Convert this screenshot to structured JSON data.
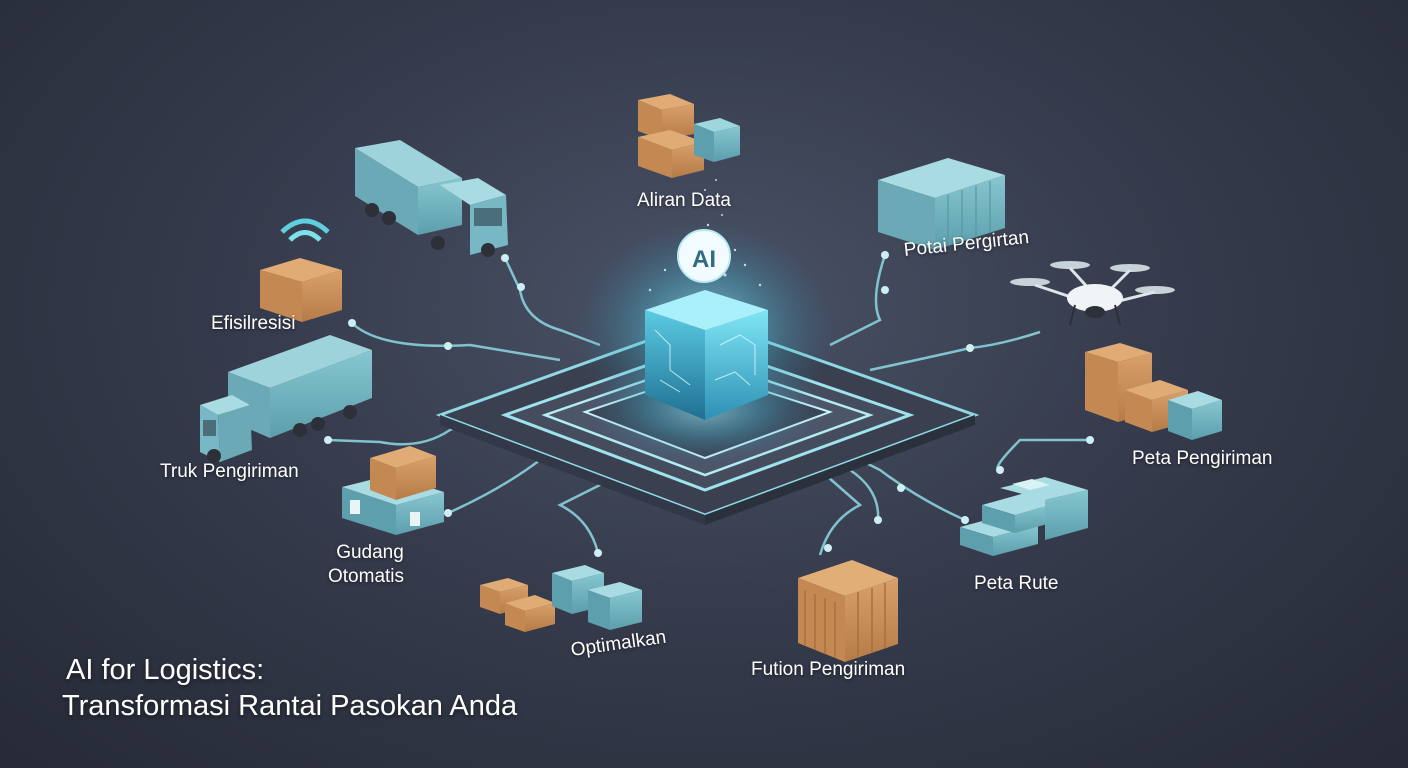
{
  "hub": {
    "badge": "AI"
  },
  "labels": {
    "aliran_data": "Aliran Data",
    "potai_pergirtan": "Potai Pergirtan",
    "efisilresisi": "Efisilresisi",
    "truk_pengiriman": "Truk Pengiriman",
    "peta_pengiriman": "Peta Pengiriman",
    "gudang_line1": "Gudang",
    "gudang_line2": "Otomatis",
    "peta_rute": "Peta Rute",
    "optimalkan": "Optimalkan",
    "fution_pengiriman": "Fution Pengiriman"
  },
  "title": {
    "line1": "AI for Logistics:",
    "line2": "Transformasi Rantai Pasokan Anda"
  },
  "colors": {
    "background": "#363c4d",
    "accent": "#7fd8e6",
    "container_teal": "#6fb3bf",
    "box_wood": "#c98f5a",
    "platform": "#3a4050"
  }
}
